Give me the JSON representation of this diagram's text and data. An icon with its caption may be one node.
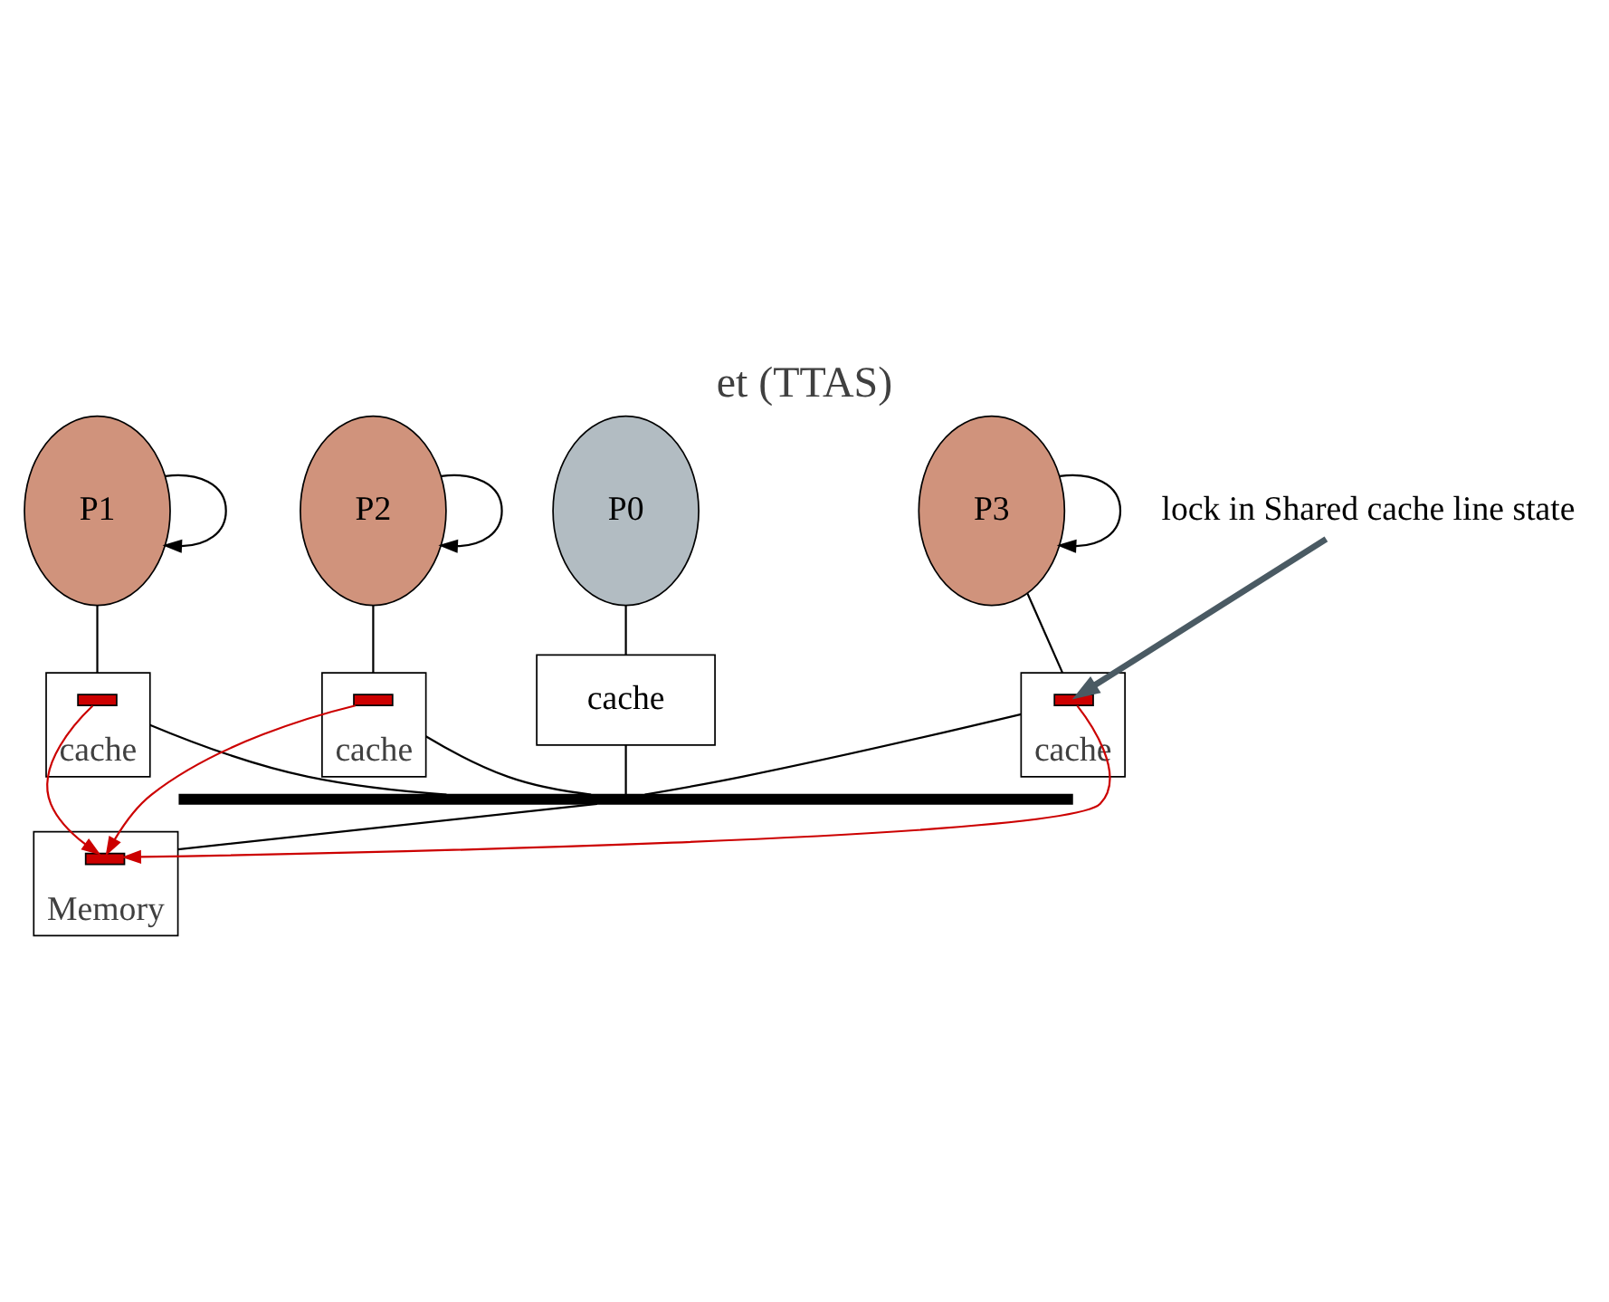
{
  "diagram": {
    "title": "et (TTAS)",
    "nodes": [
      {
        "text": [
          "lock in Shared cache line state"
        ]
      },
      {
        "text": [
          "P0"
        ]
      },
      {
        "text": [
          "cache"
        ]
      },
      {
        "text": [
          "P1"
        ]
      },
      {
        "text": [
          "cache"
        ]
      },
      {
        "text": [],
        "shape": "bar",
        "in": 4
      },
      {
        "text": [
          "P2"
        ]
      },
      {
        "text": [
          "cache"
        ]
      },
      {
        "text": [],
        "shape": "bar",
        "in": 7
      },
      {
        "text": [
          "P3"
        ]
      },
      {
        "text": [
          "cache"
        ]
      },
      {
        "text": [],
        "shape": "bar",
        "in": 10
      },
      {
        "text": [],
        "shape": "bar"
      },
      {
        "text": [
          "Memory"
        ]
      },
      {
        "text": [],
        "shape": "bar",
        "in": 13
      }
    ],
    "edges": [
      {
        "from": 1,
        "to": 2,
        "arrow": "none"
      },
      {
        "from": 3,
        "to": 4,
        "arrow": "none"
      },
      {
        "from": 6,
        "to": 7,
        "arrow": "none"
      },
      {
        "from": 9,
        "to": 10,
        "arrow": "none"
      },
      {
        "from": 3,
        "to": 3,
        "arrow": "to"
      },
      {
        "from": 6,
        "to": 6,
        "arrow": "to"
      },
      {
        "from": 9,
        "to": 9,
        "arrow": "to"
      },
      {
        "from": 2,
        "to": 12,
        "arrow": "none"
      },
      {
        "from": 4,
        "to": 12,
        "arrow": "none"
      },
      {
        "from": 7,
        "to": 12,
        "arrow": "none"
      },
      {
        "from": 10,
        "to": 12,
        "arrow": "none"
      },
      {
        "from": 12,
        "to": 13,
        "arrow": "none"
      },
      {
        "from": 5,
        "to": 14,
        "arrow": "to",
        "color": "#cc0000"
      },
      {
        "from": 8,
        "to": 14,
        "arrow": "to",
        "color": "#cc0000"
      },
      {
        "from": 11,
        "to": 14,
        "arrow": "to",
        "color": "#cc0000"
      },
      {
        "from": 0,
        "to": 11,
        "arrow": "to",
        "style": "thick",
        "color": "#4a5a63"
      }
    ]
  }
}
